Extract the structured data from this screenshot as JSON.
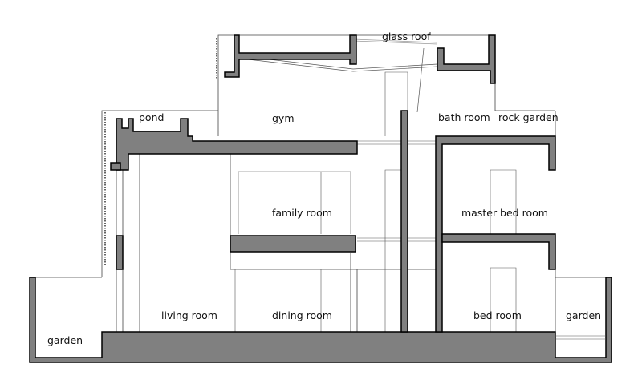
{
  "rooms": {
    "glass_roof": "glass roof",
    "pond": "pond",
    "gym": "gym",
    "bath_room": "bath room",
    "rock_garden": "rock garden",
    "family_room": "family room",
    "master_bed_room": "master bed room",
    "living_room": "living room",
    "dining_room": "dining room",
    "bed_room": "bed room",
    "garden_left": "garden",
    "garden_right": "garden"
  },
  "colors": {
    "wall_fill": "#808080",
    "outline": "#000000",
    "background": "#ffffff"
  }
}
